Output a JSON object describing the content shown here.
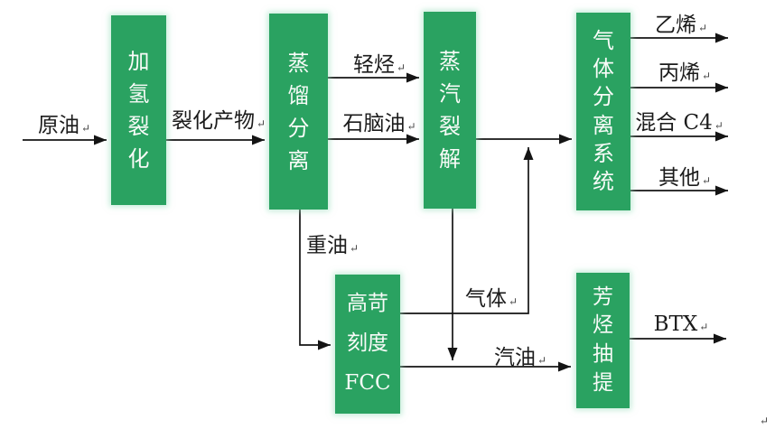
{
  "diagram": {
    "title_hint": "petrochemical process flow",
    "colors": {
      "box_fill": "#2aa261",
      "box_text": "#f8fbf8",
      "line": "#141414",
      "background": "#ffffff"
    },
    "boxes": {
      "hydrocracking": {
        "label": "加氢裂化"
      },
      "distillation": {
        "label": "蒸馏分离"
      },
      "steam_cracking": {
        "label": "蒸汽裂解"
      },
      "gas_separation": {
        "label": "气体分离系统"
      },
      "fcc": {
        "lines": [
          "高苛",
          "刻度",
          "FCC"
        ]
      },
      "aromatics_extraction": {
        "label": "芳烃抽提"
      }
    },
    "streams": {
      "crude_oil": "原油",
      "cracking_products": "裂化产物",
      "light_hydrocarbons": "轻烃",
      "naphtha": "石脑油",
      "heavy_oil": "重油",
      "gas": "气体",
      "gasoline": "汽油",
      "ethylene": "乙烯",
      "propylene": "丙烯",
      "mixed_c4": "混合 C4",
      "others": "其他",
      "btx": "BTX"
    },
    "return_mark": "↵"
  }
}
